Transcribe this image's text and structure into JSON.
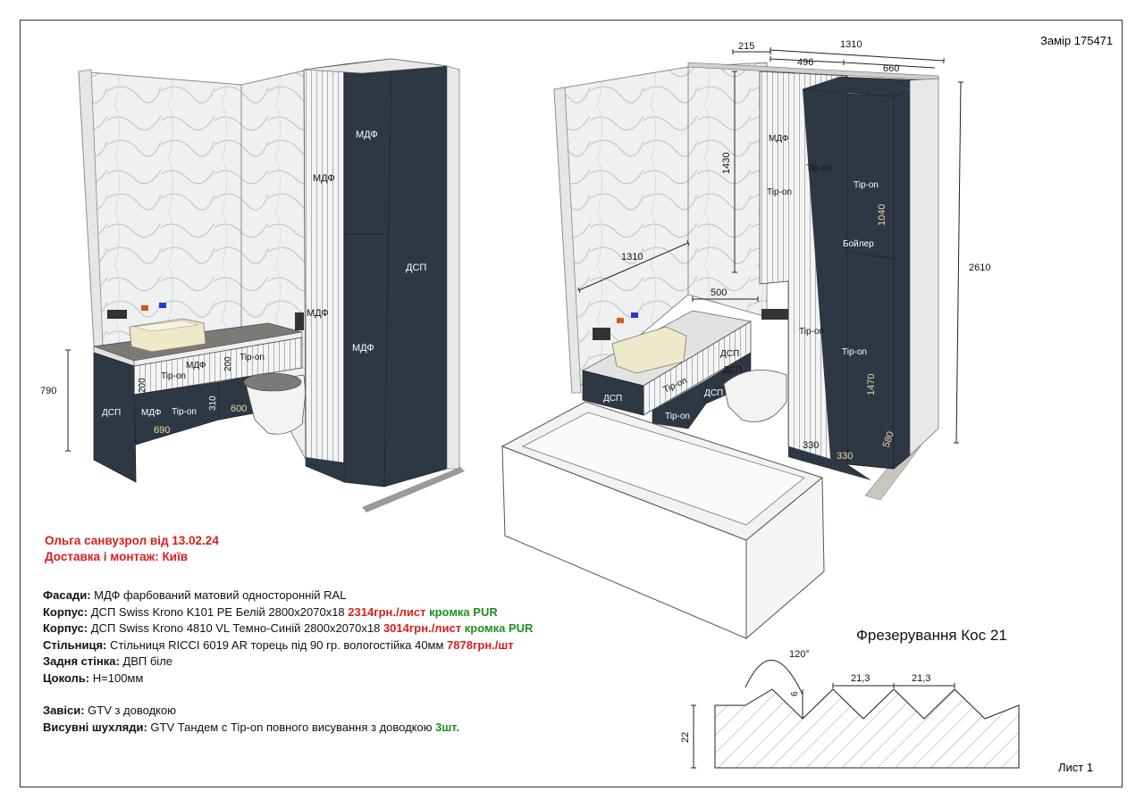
{
  "header": {
    "zamir": "Замір 175471",
    "sheet": "Лист 1"
  },
  "order": {
    "line1": "Ольга санвузрол від 13.02.24",
    "line2": "Доставка і монтаж: Київ"
  },
  "specs": [
    {
      "label": "Фасади:",
      "text": " МДФ фарбований матовий односторонній RAL",
      "red": "",
      "green": ""
    },
    {
      "label": "Корпус:",
      "text": " ДСП Swiss Krono K101 PE Белій 2800х2070х18 ",
      "red": "2314грн./лист",
      "green": " кромка PUR"
    },
    {
      "label": "Корпус:",
      "text": " ДСП Swiss Krono 4810 VL Темно-Синій 2800х2070х18 ",
      "red": "3014грн./лист",
      "green": " кромка PUR"
    },
    {
      "label": "Стільниця:",
      "text": " Стільниця RICCI 6019 AR торець під 90 гр. вологостійка 40мм ",
      "red": "7878грн./шт",
      "green": ""
    },
    {
      "label": "Задня стінка:",
      "text": "  ДВП біле",
      "red": "",
      "green": ""
    },
    {
      "label": "Цоколь:",
      "text": " Н=100мм",
      "red": "",
      "green": ""
    },
    {
      "label": "Завіси:",
      "text": " GTV з доводкою",
      "red": "",
      "green": ""
    },
    {
      "label": "Висувні шухляди:",
      "text": " GTV Тандем с Tip-on повного висування з доводкою ",
      "red": "",
      "green": "3шт."
    }
  ],
  "left_view": {
    "mdf": "МДФ",
    "dsp": "ДСП",
    "tipon": "Tip-on",
    "d790": "790",
    "d200a": "200",
    "d200b": "200",
    "d310": "310",
    "d600": "600",
    "d690": "690"
  },
  "right_view": {
    "mdf": "МДФ",
    "dsp": "ДСП",
    "tipon": "Tip-on",
    "boiler": "Бойлер",
    "d215": "215",
    "d1310top": "1310",
    "d496": "496",
    "d660": "660",
    "d1430": "1430",
    "d1310side": "1310",
    "d500": "500",
    "d1040": "1040",
    "d1470": "1470",
    "d2610": "2610",
    "d330a": "330",
    "d330b": "330",
    "d580": "580"
  },
  "milling": {
    "title": "Фрезерування Кос 21",
    "angle": "120°",
    "depth": "6",
    "pitch1": "21,3",
    "pitch2": "21,3",
    "height": "22"
  },
  "colors": {
    "navy": "#2e3744",
    "red": "#d81e1e",
    "green": "#1f8f1f"
  }
}
